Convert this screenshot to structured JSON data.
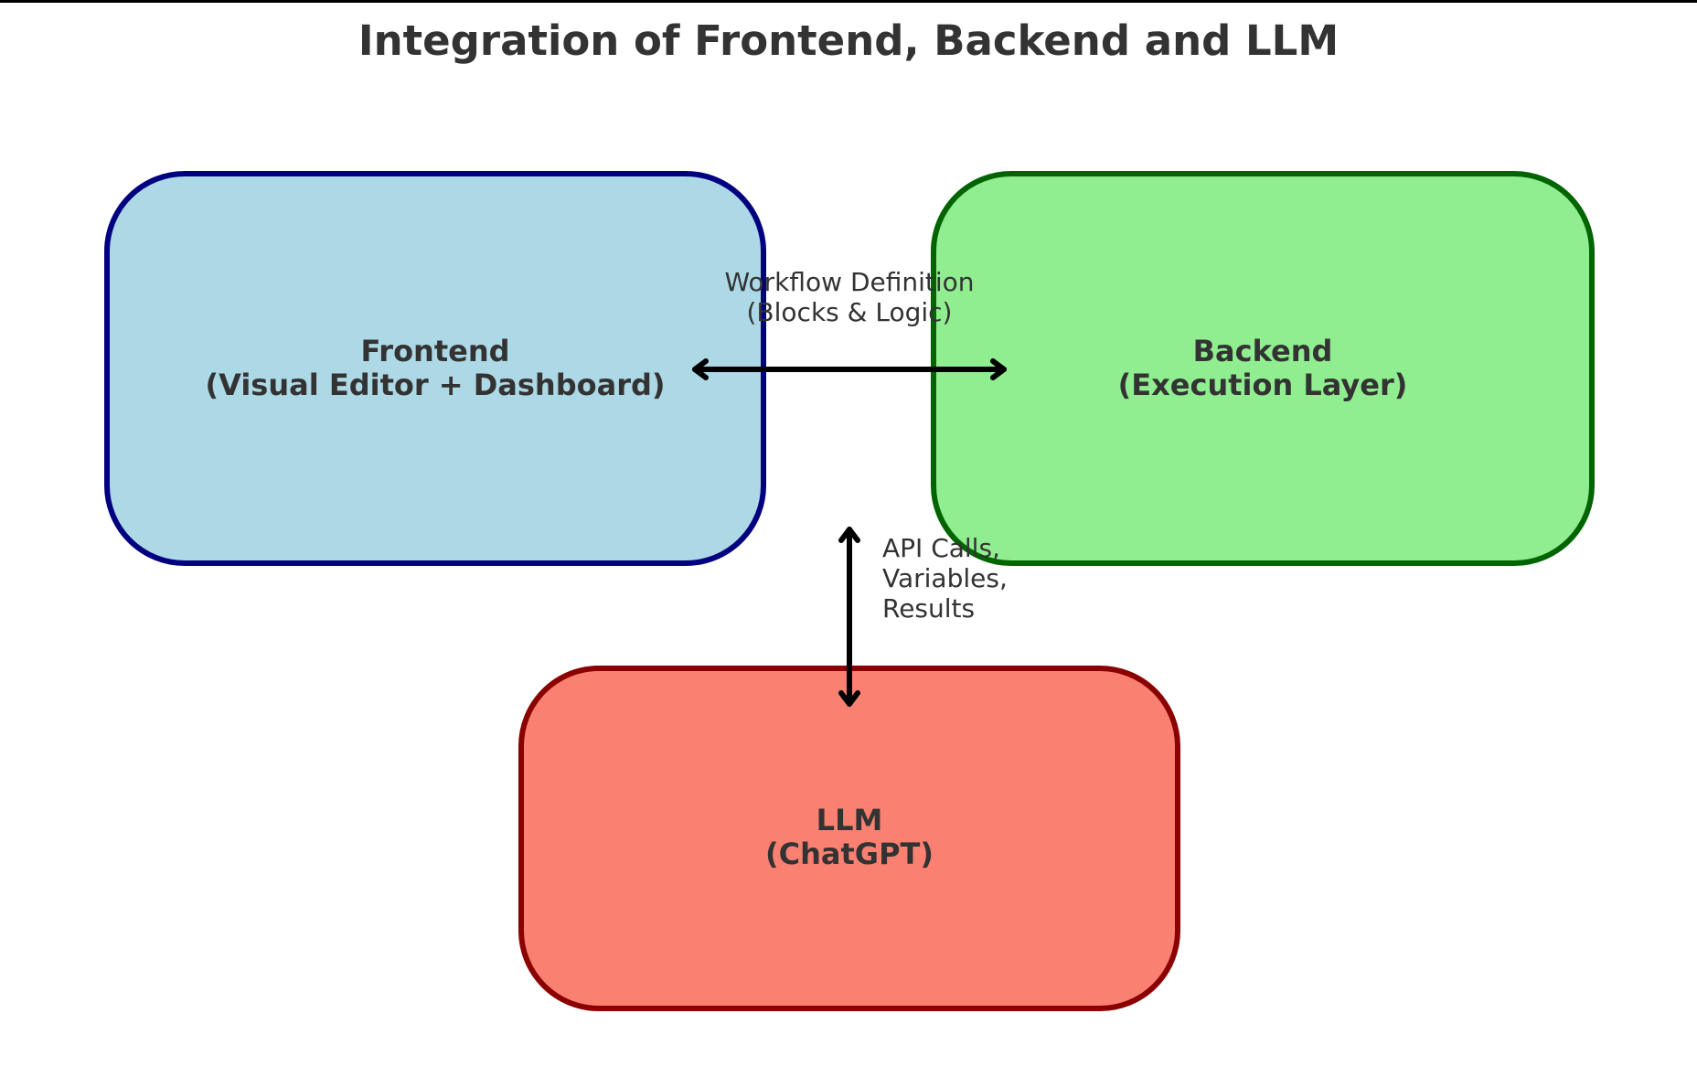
{
  "title": "Integration of Frontend, Backend and LLM",
  "nodes": {
    "frontend": {
      "label": "Frontend\n(Visual Editor + Dashboard)",
      "fill": "#add8e6",
      "stroke": "#000080"
    },
    "backend": {
      "label": "Backend\n(Execution Layer)",
      "fill": "#90ee90",
      "stroke": "#006400"
    },
    "llm": {
      "label": "LLM\n(ChatGPT)",
      "fill": "#fa8072",
      "stroke": "#8b0000"
    }
  },
  "edges": {
    "frontend_backend": {
      "label": "Workflow Definition\n(Blocks & Logic)",
      "direction": "bidirectional"
    },
    "backend_llm": {
      "label": "API Calls,\nVariables,\nResults",
      "direction": "bidirectional"
    }
  }
}
